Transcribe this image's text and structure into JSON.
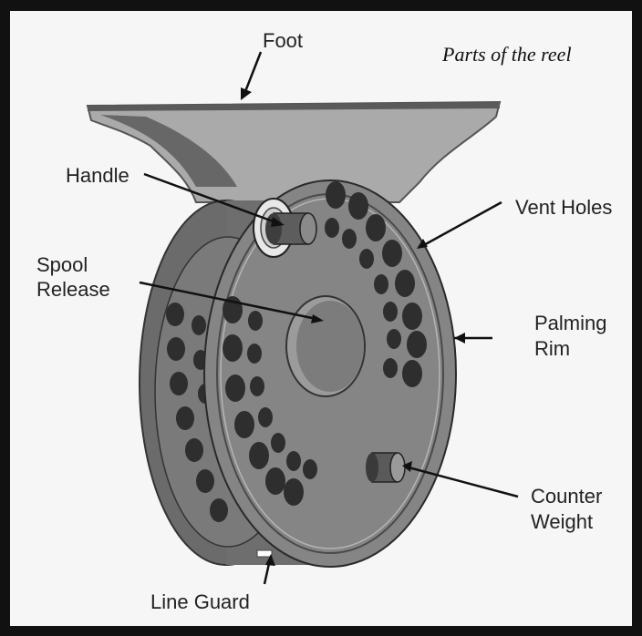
{
  "title": "Parts of the reel",
  "labels": {
    "foot": "Foot",
    "handle": "Handle",
    "vent_holes": "Vent Holes",
    "spool_release_line1": "Spool",
    "spool_release_line2": "Release",
    "palming_rim_line1": "Palming",
    "palming_rim_line2": "Rim",
    "counter_weight_line1": "Counter",
    "counter_weight_line2": "Weight",
    "line_guard": "Line Guard"
  },
  "colors": {
    "frame": "#111111",
    "panel": "#f6f6f6",
    "reel_dark": "#6b6b6b",
    "reel_mid": "#858585",
    "reel_light": "#a3a3a3",
    "hole": "#2e2e2e",
    "foot": "#aaaaaa"
  }
}
